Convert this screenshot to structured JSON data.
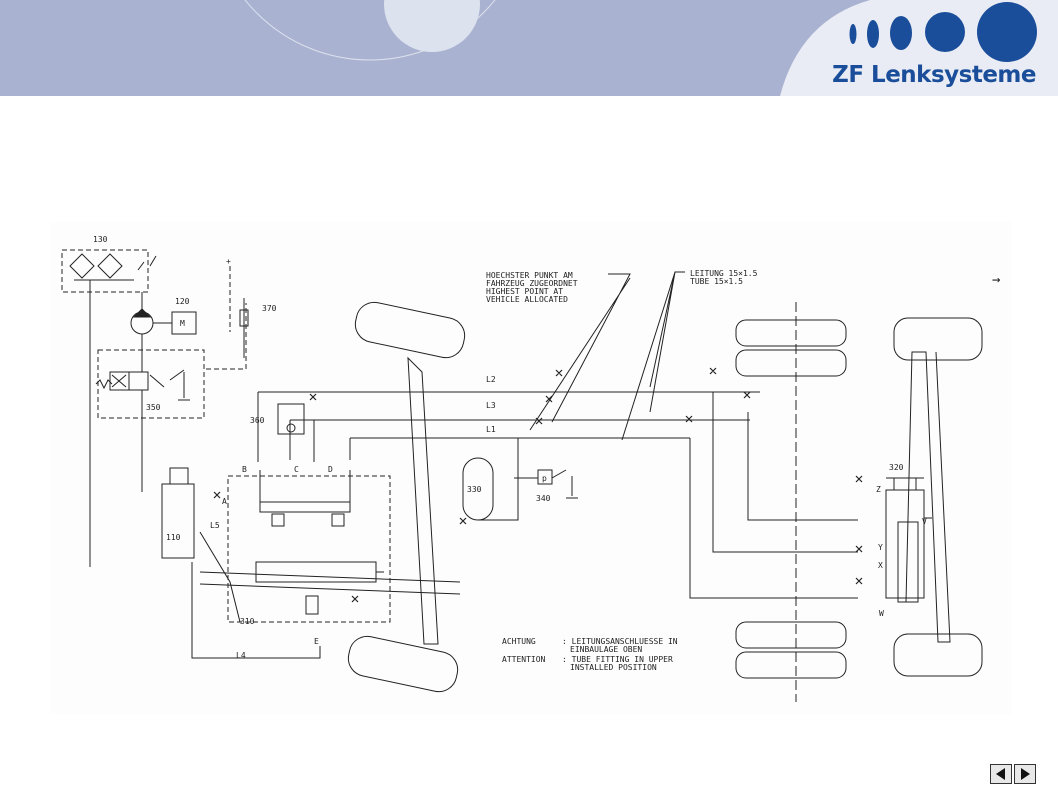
{
  "header": {
    "brand": "ZF Lenksysteme",
    "colors": {
      "band": "#a9b3d1",
      "brand_blue": "#1a4e9a"
    }
  },
  "diagram": {
    "components": {
      "c130": "130",
      "c120": "120",
      "motor": "M",
      "c370": "370",
      "c350": "350",
      "c360": "360",
      "c110": "110",
      "c310": "310",
      "c330": "330",
      "c340": "340",
      "c320": "320",
      "pressure": "p"
    },
    "lines": {
      "l1": "L1",
      "l2": "L2",
      "l3": "L3",
      "l4": "L4",
      "l5": "L5"
    },
    "ports": {
      "a": "A",
      "b": "B",
      "c": "C",
      "d": "D",
      "e": "E",
      "v": "V",
      "w": "W",
      "x": "X",
      "y": "Y",
      "z": "Z"
    },
    "notes": {
      "highest_point": [
        "HOECHSTER PUNKT AM",
        "FAHRZEUG ZUGEORDNET",
        "HIGHEST POINT AT",
        "VEHICLE ALLOCATED"
      ],
      "tube": [
        "LEITUNG 15×1.5",
        "TUBE 15×1.5"
      ],
      "achtung_label": "ACHTUNG",
      "achtung_text": ": LEITUNGSANSCHLUESSE IN",
      "achtung_text2": "EINBAULAGE OBEN",
      "attention_label": "ATTENTION",
      "attention_text": ": TUBE FITTING IN UPPER",
      "attention_text2": "INSTALLED POSITION"
    },
    "plus_sign": "+",
    "direction_arrow": "→"
  },
  "nav": {
    "prev": "prev-arrow-icon",
    "next": "next-arrow-icon"
  }
}
